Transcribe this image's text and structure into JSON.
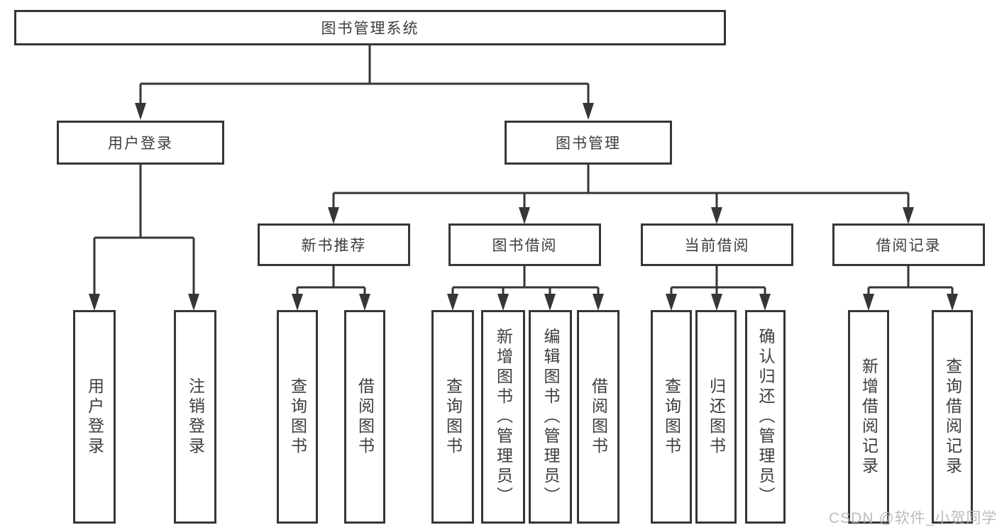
{
  "colors": {
    "line": "#363636",
    "text": "#3d3d3d",
    "background": "#ffffff",
    "watermark": "#b5b5b5"
  },
  "watermark": {
    "text": "CSDN @软件_小贺同学"
  },
  "tree": {
    "label": "图书管理系统",
    "children": [
      {
        "label": "用户登录",
        "children": [
          {
            "label": "用户登录"
          },
          {
            "label": "注销登录"
          }
        ]
      },
      {
        "label": "图书管理",
        "children": [
          {
            "label": "新书推荐",
            "children": [
              {
                "label": "查询图书"
              },
              {
                "label": "借阅图书"
              }
            ]
          },
          {
            "label": "图书借阅",
            "children": [
              {
                "label": "查询图书"
              },
              {
                "label": "新增图书（管理员）"
              },
              {
                "label": "编辑图书（管理员）"
              },
              {
                "label": "借阅图书"
              }
            ]
          },
          {
            "label": "当前借阅",
            "children": [
              {
                "label": "查询图书"
              },
              {
                "label": "归还图书"
              },
              {
                "label": "确认归还（管理员）"
              }
            ]
          },
          {
            "label": "借阅记录",
            "children": [
              {
                "label": "新增借阅记录"
              },
              {
                "label": "查询借阅记录"
              }
            ]
          }
        ]
      }
    ]
  }
}
